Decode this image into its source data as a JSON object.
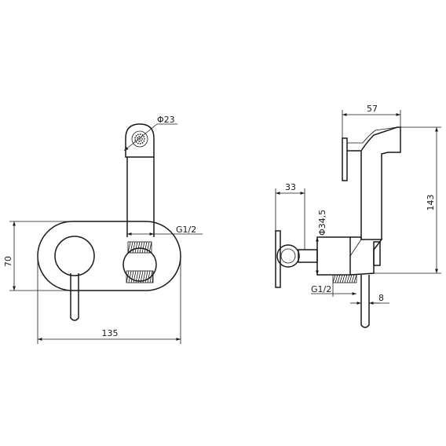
{
  "front_view": {
    "dim_height": "70",
    "dim_width": "135",
    "dim_hose_diameter": "Φ23",
    "dim_thread": "G1/2"
  },
  "side_view": {
    "dim_head_length": "57",
    "dim_total_height": "143",
    "dim_body_depth": "33",
    "dim_body_diameter": "Φ34,5",
    "dim_thread": "G1/2",
    "dim_pipe_diameter": "8"
  },
  "colors": {
    "stroke": "#1a1a1a",
    "background": "#ffffff"
  }
}
